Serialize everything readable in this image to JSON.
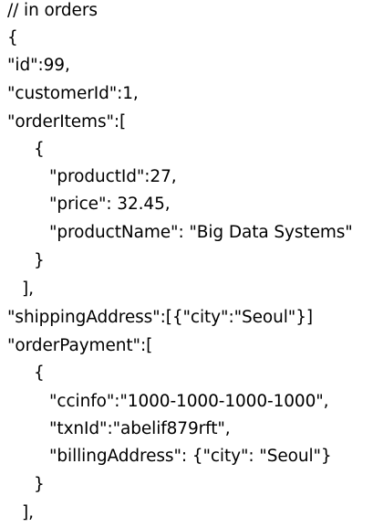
{
  "document": {
    "lines": [
      {
        "text": "// in orders",
        "indent": 0
      },
      {
        "text": "{",
        "indent": 0
      },
      {
        "text": "\"id\":99,",
        "indent": 0
      },
      {
        "text": "\"customerId\":1,",
        "indent": 0
      },
      {
        "text": "\"orderItems\":[",
        "indent": 0
      },
      {
        "text": "{",
        "indent": 1
      },
      {
        "text": "\"productId\":27,",
        "indent": 2
      },
      {
        "text": "\"price\": 32.45,",
        "indent": 2
      },
      {
        "text": "\"productName\": \"Big Data Systems\"",
        "indent": 2
      },
      {
        "text": "}",
        "indent": 1
      },
      {
        "text": "],",
        "indent": 0.5
      },
      {
        "text": "\"shippingAddress\":[{\"city\":\"Seoul\"}]",
        "indent": 0
      },
      {
        "text": "\"orderPayment\":[",
        "indent": 0
      },
      {
        "text": "{",
        "indent": 1
      },
      {
        "text": "\"ccinfo\":\"1000-1000-1000-1000\",",
        "indent": 2
      },
      {
        "text": "\"txnId\":\"abelif879rft\",",
        "indent": 2
      },
      {
        "text": "\"billingAddress\": {\"city\": \"Seoul\"}",
        "indent": 2
      },
      {
        "text": "}",
        "indent": 1
      },
      {
        "text": "],",
        "indent": 0.5
      }
    ]
  }
}
